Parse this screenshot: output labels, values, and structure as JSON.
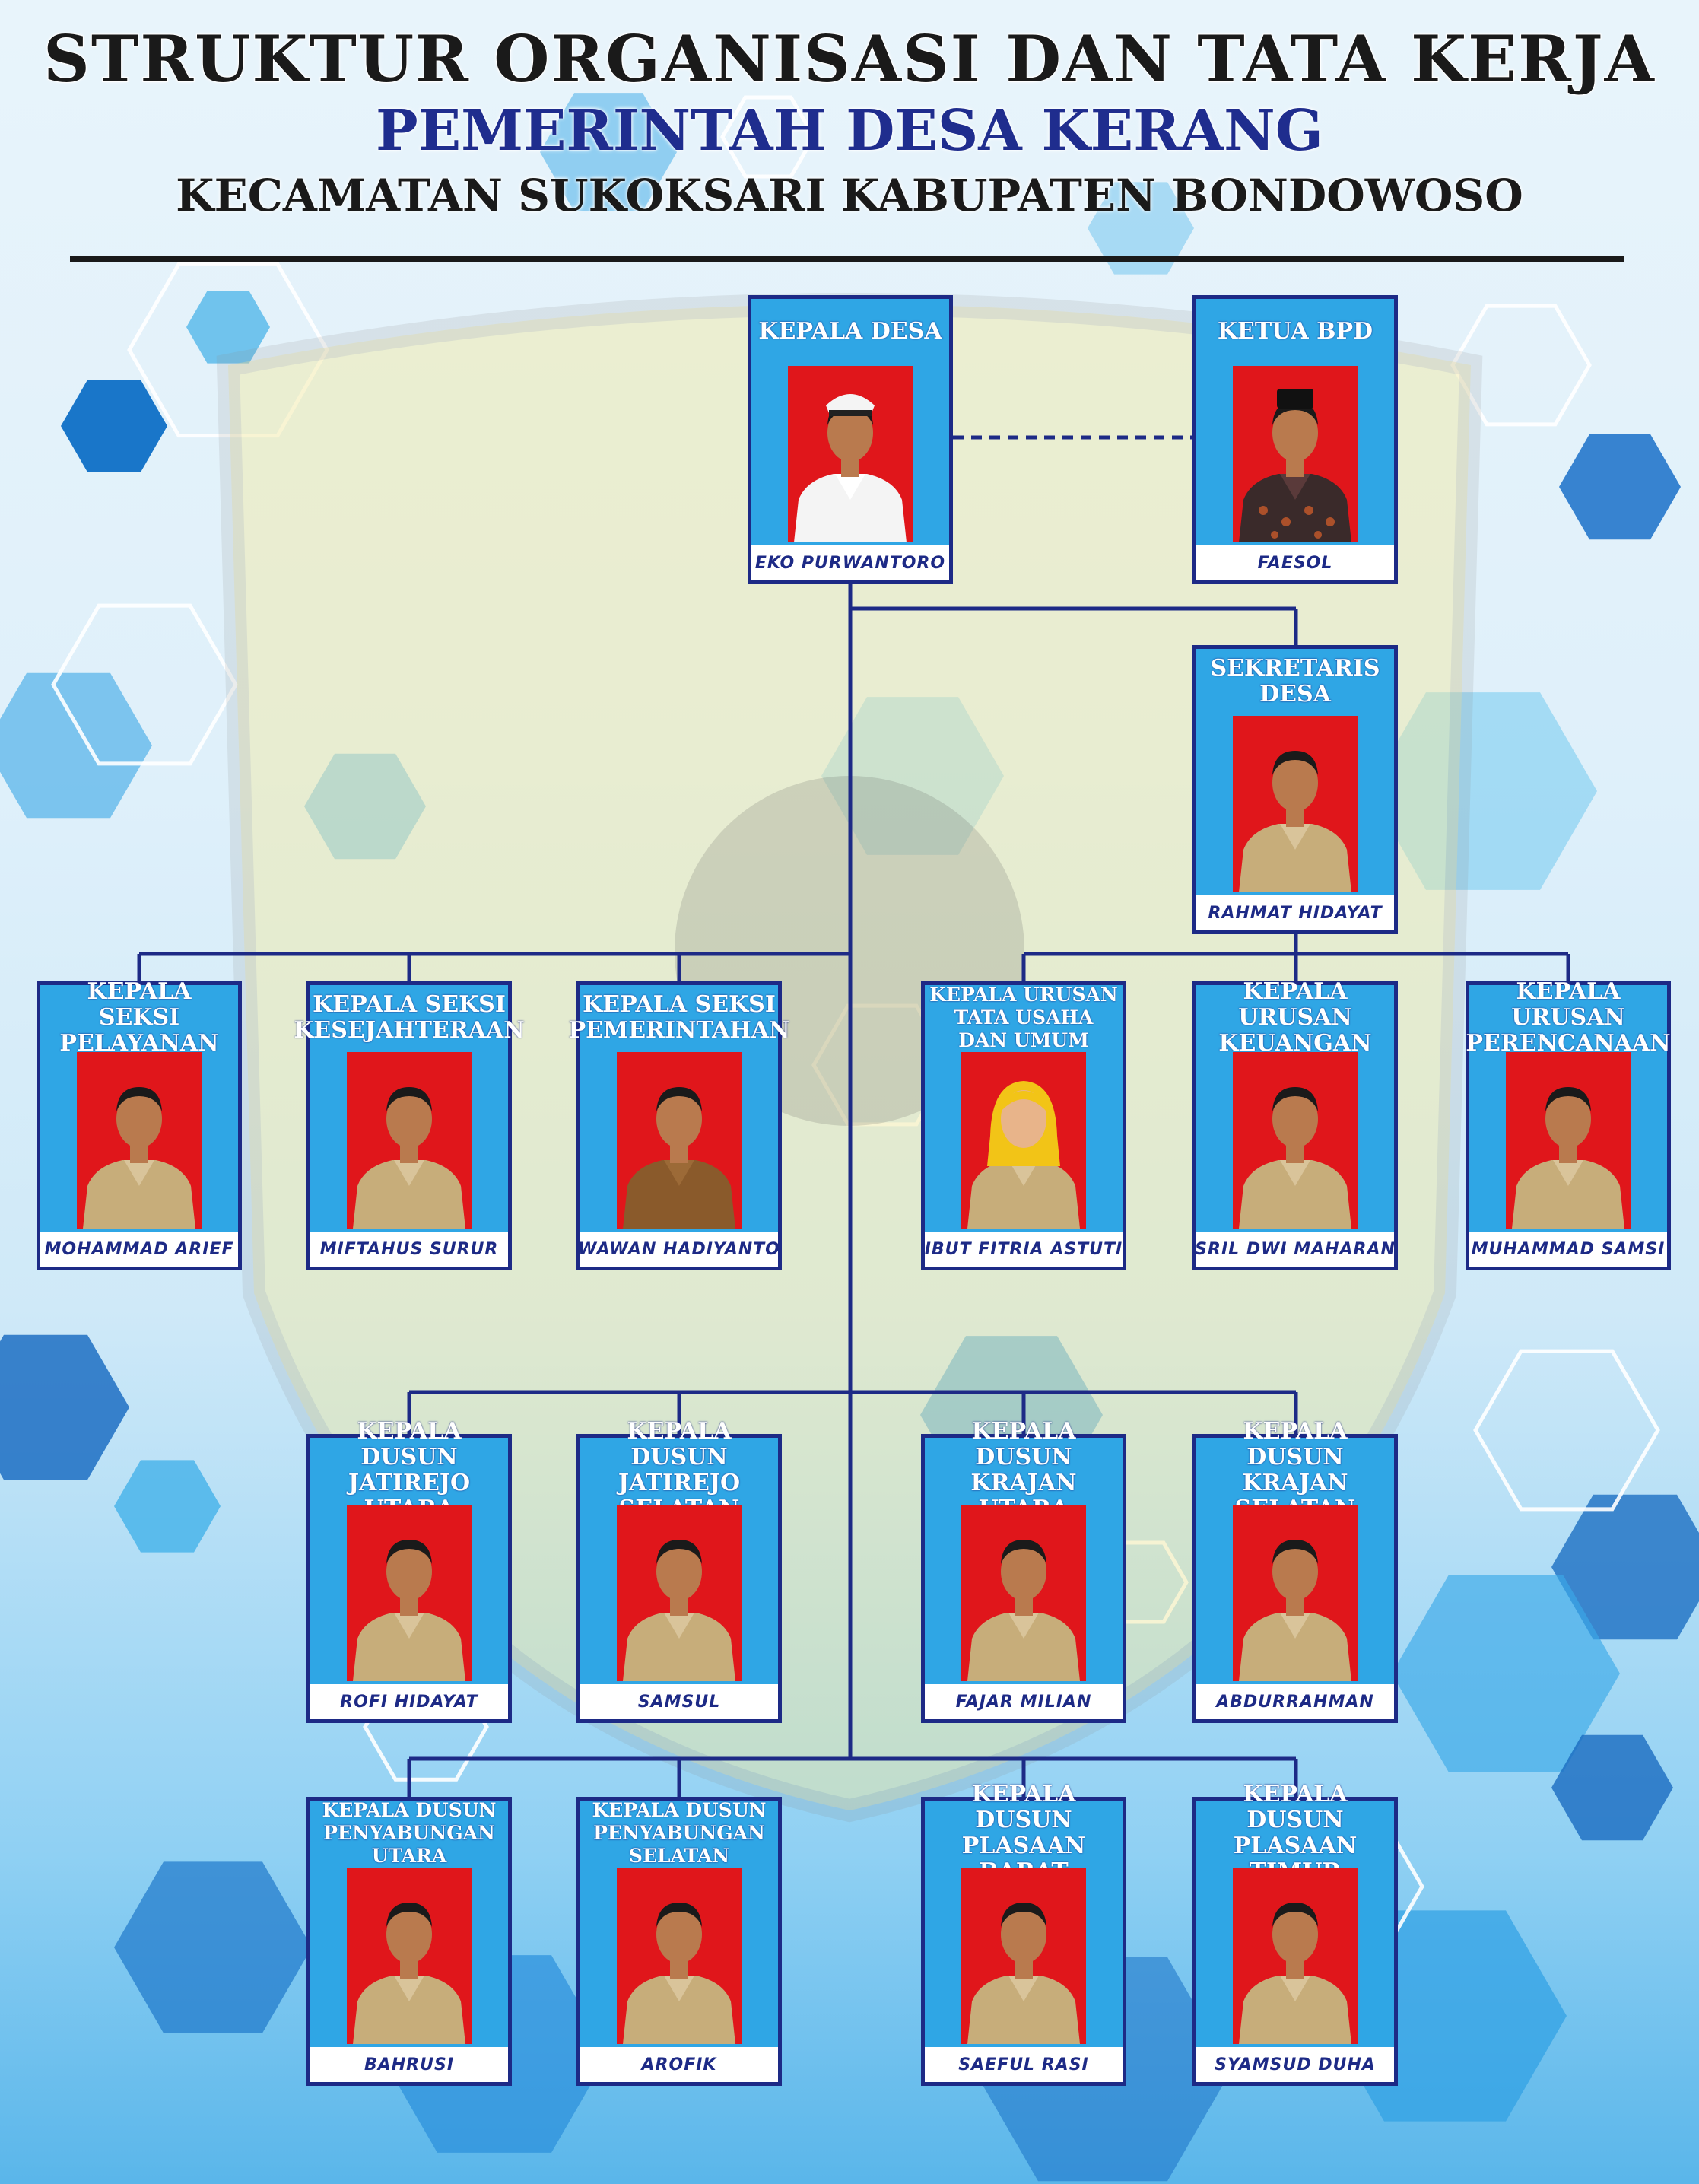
{
  "header": {
    "line1": "STRUKTUR ORGANISASI DAN TATA KERJA",
    "line2": "PEMERINTAH DESA KERANG",
    "line3": "KECAMATAN SUKOKSARI KABUPATEN BONDOWOSO"
  },
  "colors": {
    "card": "#2fa6e5",
    "border": "#1d2a86",
    "photo_bg": "#e0161b",
    "name_text": "#1d2a86"
  },
  "cards": {
    "kepala_desa": {
      "title": "KEPALA DESA",
      "name": "EKO PURWANTORO",
      "uniform": "white"
    },
    "ketua_bpd": {
      "title": "KETUA BPD",
      "name": "FAESOL",
      "uniform": "batik"
    },
    "sekretaris": {
      "title": "SEKRETARIS DESA",
      "name": "RAHMAT HIDAYAT",
      "uniform": "khaki"
    },
    "seksi_pelayanan": {
      "title": "KEPALA SEKSI PELAYANAN",
      "name": "MOHAMMAD ARIEF",
      "uniform": "khaki"
    },
    "seksi_kesejahteraan": {
      "title": "KEPALA SEKSI KESEJAHTERAAN",
      "name": "MIFTAHUS SURUR",
      "uniform": "khaki"
    },
    "seksi_pemerintahan": {
      "title": "KEPALA SEKSI PEMERINTAHAN",
      "name": "WAWAN HADIYANTO",
      "uniform": "brown"
    },
    "urusan_tu": {
      "title": "KEPALA URUSAN TATA USAHA DAN UMUM",
      "name": "RIBUT FITRIA ASTUTIK",
      "uniform": "hijab"
    },
    "urusan_keuangan": {
      "title": "KEPALA URUSAN KEUANGAN",
      "name": "YUSRIL DWI MAHARANTO",
      "uniform": "khaki"
    },
    "urusan_perencanaan": {
      "title": "KEPALA URUSAN PERENCANAAN",
      "name": "MUHAMMAD SAMSI",
      "uniform": "khaki"
    },
    "dusun_jatirejo_utara": {
      "title": "KEPALA DUSUN JATIREJO UTARA",
      "name": "ROFI HIDAYAT",
      "uniform": "khaki"
    },
    "dusun_jatirejo_selatan": {
      "title": "KEPALA DUSUN JATIREJO SELATAN",
      "name": "SAMSUL",
      "uniform": "khaki"
    },
    "dusun_krajan_utara": {
      "title": "KEPALA DUSUN KRAJAN UTARA",
      "name": "FAJAR MILIAN",
      "uniform": "khaki"
    },
    "dusun_krajan_selatan": {
      "title": "KEPALA DUSUN KRAJAN SELATAN",
      "name": "ABDURRAHMAN",
      "uniform": "khaki"
    },
    "dusun_penyabungan_utara": {
      "title": "KEPALA DUSUN PENYABUNGAN UTARA",
      "name": "BAHRUSI",
      "uniform": "khaki"
    },
    "dusun_penyabungan_selatan": {
      "title": "KEPALA DUSUN PENYABUNGAN SELATAN",
      "name": "AROFIK",
      "uniform": "khaki"
    },
    "dusun_plasaan_barat": {
      "title": "KEPALA DUSUN PLASAAN BARAT",
      "name": "SAEFUL RASI",
      "uniform": "khaki"
    },
    "dusun_plasaan_timur": {
      "title": "KEPALA DUSUN PLASAAN TIMUR",
      "name": "SYAMSUD DUHA",
      "uniform": "khaki"
    }
  }
}
